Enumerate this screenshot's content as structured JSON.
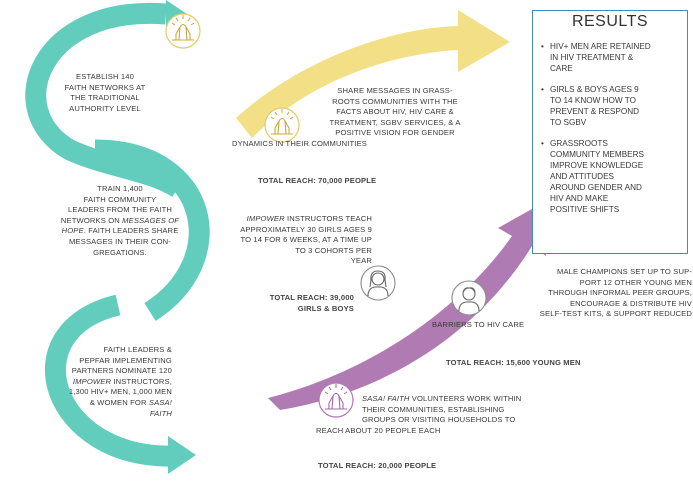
{
  "colors": {
    "teal": "#63cdbd",
    "yellow": "#f2df86",
    "purple": "#b07bb3",
    "results_border": "#3a8fc0"
  },
  "icons": {
    "praying_hands": "praying-hands-icon",
    "girl": "girl-avatar-icon",
    "young_man": "young-man-avatar-icon"
  },
  "steps": {
    "step1": "ESTABLISH 140\nFAITH NETWORKS AT\nTHE TRADITIONAL\nAUTHORITY LEVEL",
    "step2_a": "TRAIN 1,400\nFAITH COMMUNITY\nLEADERS FROM THE FAITH\nNETWORKS ON ",
    "step2_em": "MESSAGES OF\nHOPE",
    "step2_b": ". FAITH LEADERS SHARE\nMESSAGES IN THEIR CON-\nGREGATIONS.",
    "step3_a": "FAITH LEADERS &\nPEPFAR IMPLEMENTING\nPARTNERS NOMINATE 120\n",
    "step3_em1": "IMPOWER",
    "step3_b": " INSTRUCTORS,\n1,300 HIV+ MEN, 1,000 MEN\n& WOMEN FOR ",
    "step3_em2": "SASA!\nFAITH"
  },
  "outcomes": {
    "grassroots_text": "SHARE MESSAGES IN GRASS-\nROOTS COMMUNITIES WITH THE\nFACTS ABOUT HIV, HIV CARE &\nTREATMENT, SGBV SERVICES, & A\nPOSITIVE VISION FOR GENDER",
    "grassroots_text_last": "DYNAMICS IN THEIR COMMUNITIES",
    "grassroots_reach": "TOTAL REACH: 70,000 PEOPLE",
    "impower_em": "IMPOWER",
    "impower_text": " INSTRUCTORS TEACH\nAPPROXIMATELY 30 GIRLS AGES 9\nTO 14 FOR 6 WEEKS, AT A TIME UP\nTO 3 COHORTS PER\nYEAR",
    "impower_reach": "TOTAL REACH: 39,000\nGIRLS & BOYS",
    "male_text": "MALE CHAMPIONS SET UP TO SUP-\nPORT 12 OTHER YOUNG MEN\nTHROUGH INFORMAL PEER GROUPS,\nENCOURAGE & DISTRIBUTE HIV\nSELF-TEST KITS, & SUPPORT REDUCED",
    "male_text_last": "BARRIERS TO HIV CARE",
    "male_reach": "TOTAL REACH: 15,600 YOUNG MEN",
    "sasa_em": "SASA! FAITH",
    "sasa_text": " VOLUNTEERS WORK WITHIN\nTHEIR COMMUNITIES, ESTABLISHING\nGROUPS OR VISITING HOUSEHOLDS TO",
    "sasa_text_last": "REACH ABOUT 20 PEOPLE EACH",
    "sasa_reach": "TOTAL REACH: 20,000 PEOPLE"
  },
  "results": {
    "title": "RESULTS",
    "items": [
      "HIV+ MEN ARE RETAINED\nIN HIV TREATMENT &\nCARE",
      "GIRLS & BOYS AGES 9\nTO 14 KNOW HOW TO\nPREVENT & RESPOND\nTO SGBV",
      " GRASSROOTS\nCOMMUNITY MEMBERS\nIMPROVE KNOWLEDGE\nAND ATTITUDES\nAROUND GENDER AND\nHIV AND MAKE\nPOSITIVE SHIFTS"
    ]
  }
}
